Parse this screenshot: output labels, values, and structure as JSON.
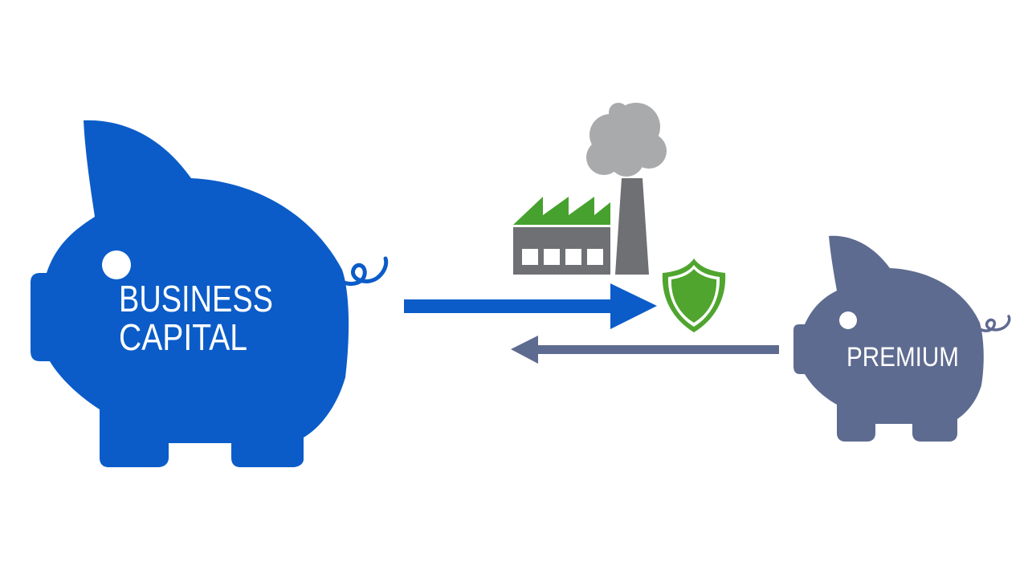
{
  "colors": {
    "business_pig": "#0b5cc8",
    "premium_pig": "#5e6b90",
    "arrow_forward": "#0b5cc8",
    "arrow_back": "#5e6b90",
    "factory_body": "#6e7074",
    "factory_roof": "#46a12e",
    "smoke": "#a9aaac",
    "shield": "#4fa52e",
    "background": "#ffffff"
  },
  "business_pig": {
    "label_line1": "BUSINESS",
    "label_line2": "CAPITAL"
  },
  "premium_pig": {
    "label": "PREMIUM"
  },
  "icons": {
    "factory": "factory-icon",
    "smoke": "smoke-cloud-icon",
    "shield": "shield-icon"
  }
}
